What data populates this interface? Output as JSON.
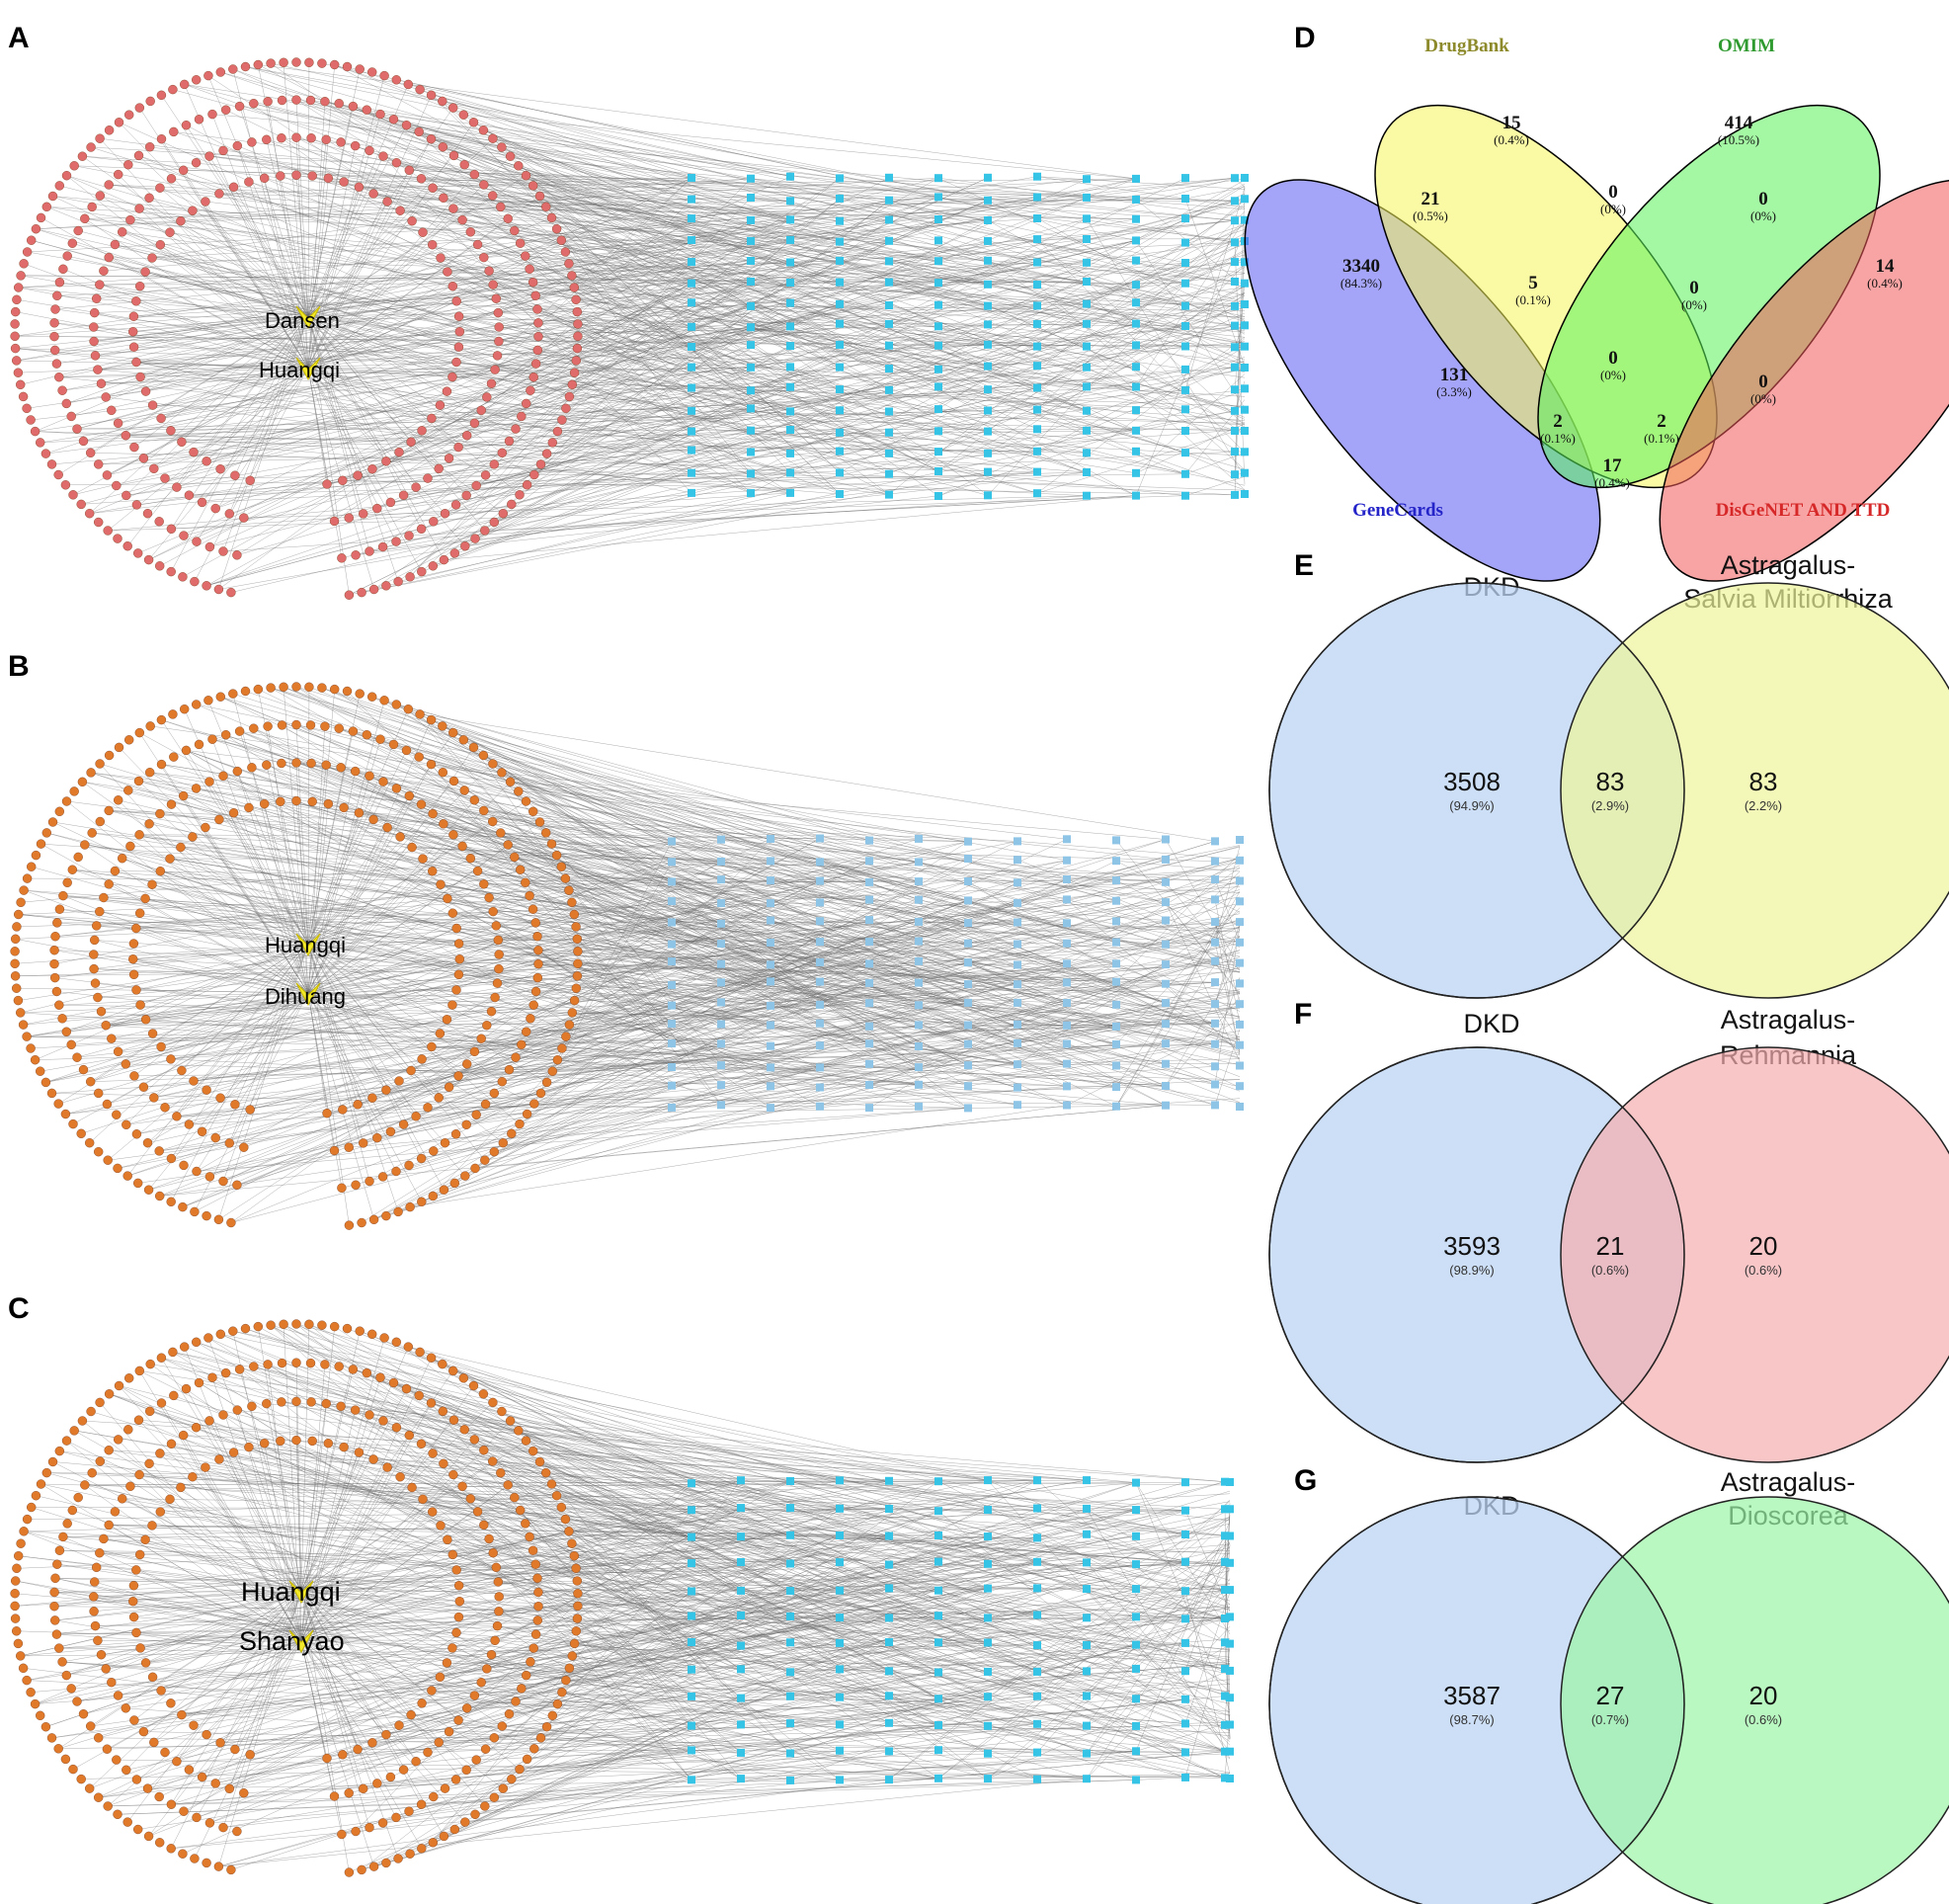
{
  "panels": {
    "A": {
      "letter": "A",
      "herbs": [
        "Dansen",
        "Huangqi"
      ]
    },
    "B": {
      "letter": "B",
      "herbs": [
        "Huangqi",
        "Dihuang"
      ]
    },
    "C": {
      "letter": "C",
      "herbs": [
        "Huangqi",
        "Shanyao"
      ]
    },
    "D": {
      "letter": "D"
    },
    "E": {
      "letter": "E"
    },
    "F": {
      "letter": "F"
    },
    "G": {
      "letter": "G"
    }
  },
  "colors": {
    "edge": "#6b6b6b",
    "target_A": "#e06b6b",
    "target_BC": "#e07a2a",
    "compound": "#35c3e6",
    "compound_B": "#8ec5e6",
    "herb_marker": "#f2ea2a"
  },
  "venn4": {
    "labels": [
      {
        "key": "drugbank",
        "text": "DrugBank",
        "color": "#8c8a2a"
      },
      {
        "key": "omim",
        "text": "OMIM",
        "color": "#2f9a2f"
      },
      {
        "key": "genecards",
        "text": "GeneCards",
        "color": "#2424c8"
      },
      {
        "key": "disgenet",
        "text": "DisGeNET AND TTD",
        "color": "#d62828"
      }
    ],
    "regions": [
      {
        "name": "drugbank-only",
        "count": "15",
        "pct": "(0.4%)"
      },
      {
        "name": "omim-only",
        "count": "414",
        "pct": "(10.5%)"
      },
      {
        "name": "genecards-drugbank",
        "count": "21",
        "pct": "(0.5%)"
      },
      {
        "name": "drugbank-omim",
        "count": "0",
        "pct": "(0%)"
      },
      {
        "name": "omim-disgenet",
        "count": "0",
        "pct": "(0%)"
      },
      {
        "name": "genecards-only",
        "count": "3340",
        "pct": "(84.3%)"
      },
      {
        "name": "genecards-drugbank-omim",
        "count": "5",
        "pct": "(0.1%)"
      },
      {
        "name": "drugbank-omim-disgenet",
        "count": "0",
        "pct": "(0%)"
      },
      {
        "name": "disgenet-only",
        "count": "14",
        "pct": "(0.4%)"
      },
      {
        "name": "all-four",
        "count": "0",
        "pct": "(0%)"
      },
      {
        "name": "genecards-omim",
        "count": "131",
        "pct": "(3.3%)"
      },
      {
        "name": "drugbank-disgenet",
        "count": "0",
        "pct": "(0%)"
      },
      {
        "name": "genecards-omim-disgenet",
        "count": "2",
        "pct": "(0.1%)"
      },
      {
        "name": "genecards-drugbank-disgenet",
        "count": "2",
        "pct": "(0.1%)"
      },
      {
        "name": "genecards-disgenet",
        "count": "17",
        "pct": "(0.4%)"
      }
    ]
  },
  "venn2": [
    {
      "panel": "E",
      "left_title": "DKD",
      "right_title_l1": "Astragalus-",
      "right_title_l2": "Salvia Miltiorrhiza",
      "left": {
        "count": "3508",
        "pct": "(94.9%)"
      },
      "both": {
        "count": "83",
        "pct": "(2.9%)"
      },
      "right": {
        "count": "83",
        "pct": "(2.2%)"
      },
      "right_color": "#eef59a"
    },
    {
      "panel": "F",
      "left_title": "DKD",
      "right_title_l1": "Astragalus-",
      "right_title_l2": "Rehmannia",
      "left": {
        "count": "3593",
        "pct": "(98.9%)"
      },
      "both": {
        "count": "21",
        "pct": "(0.6%)"
      },
      "right": {
        "count": "20",
        "pct": "(0.6%)"
      },
      "right_color": "#f7aeb0"
    },
    {
      "panel": "G",
      "left_title": "DKD",
      "right_title_l1": "Astragalus-",
      "right_title_l2": "Dioscorea",
      "left": {
        "count": "3587",
        "pct": "(98.7%)"
      },
      "both": {
        "count": "27",
        "pct": "(0.7%)"
      },
      "right": {
        "count": "20",
        "pct": "(0.6%)"
      },
      "right_color": "#9cf5a6"
    }
  ]
}
